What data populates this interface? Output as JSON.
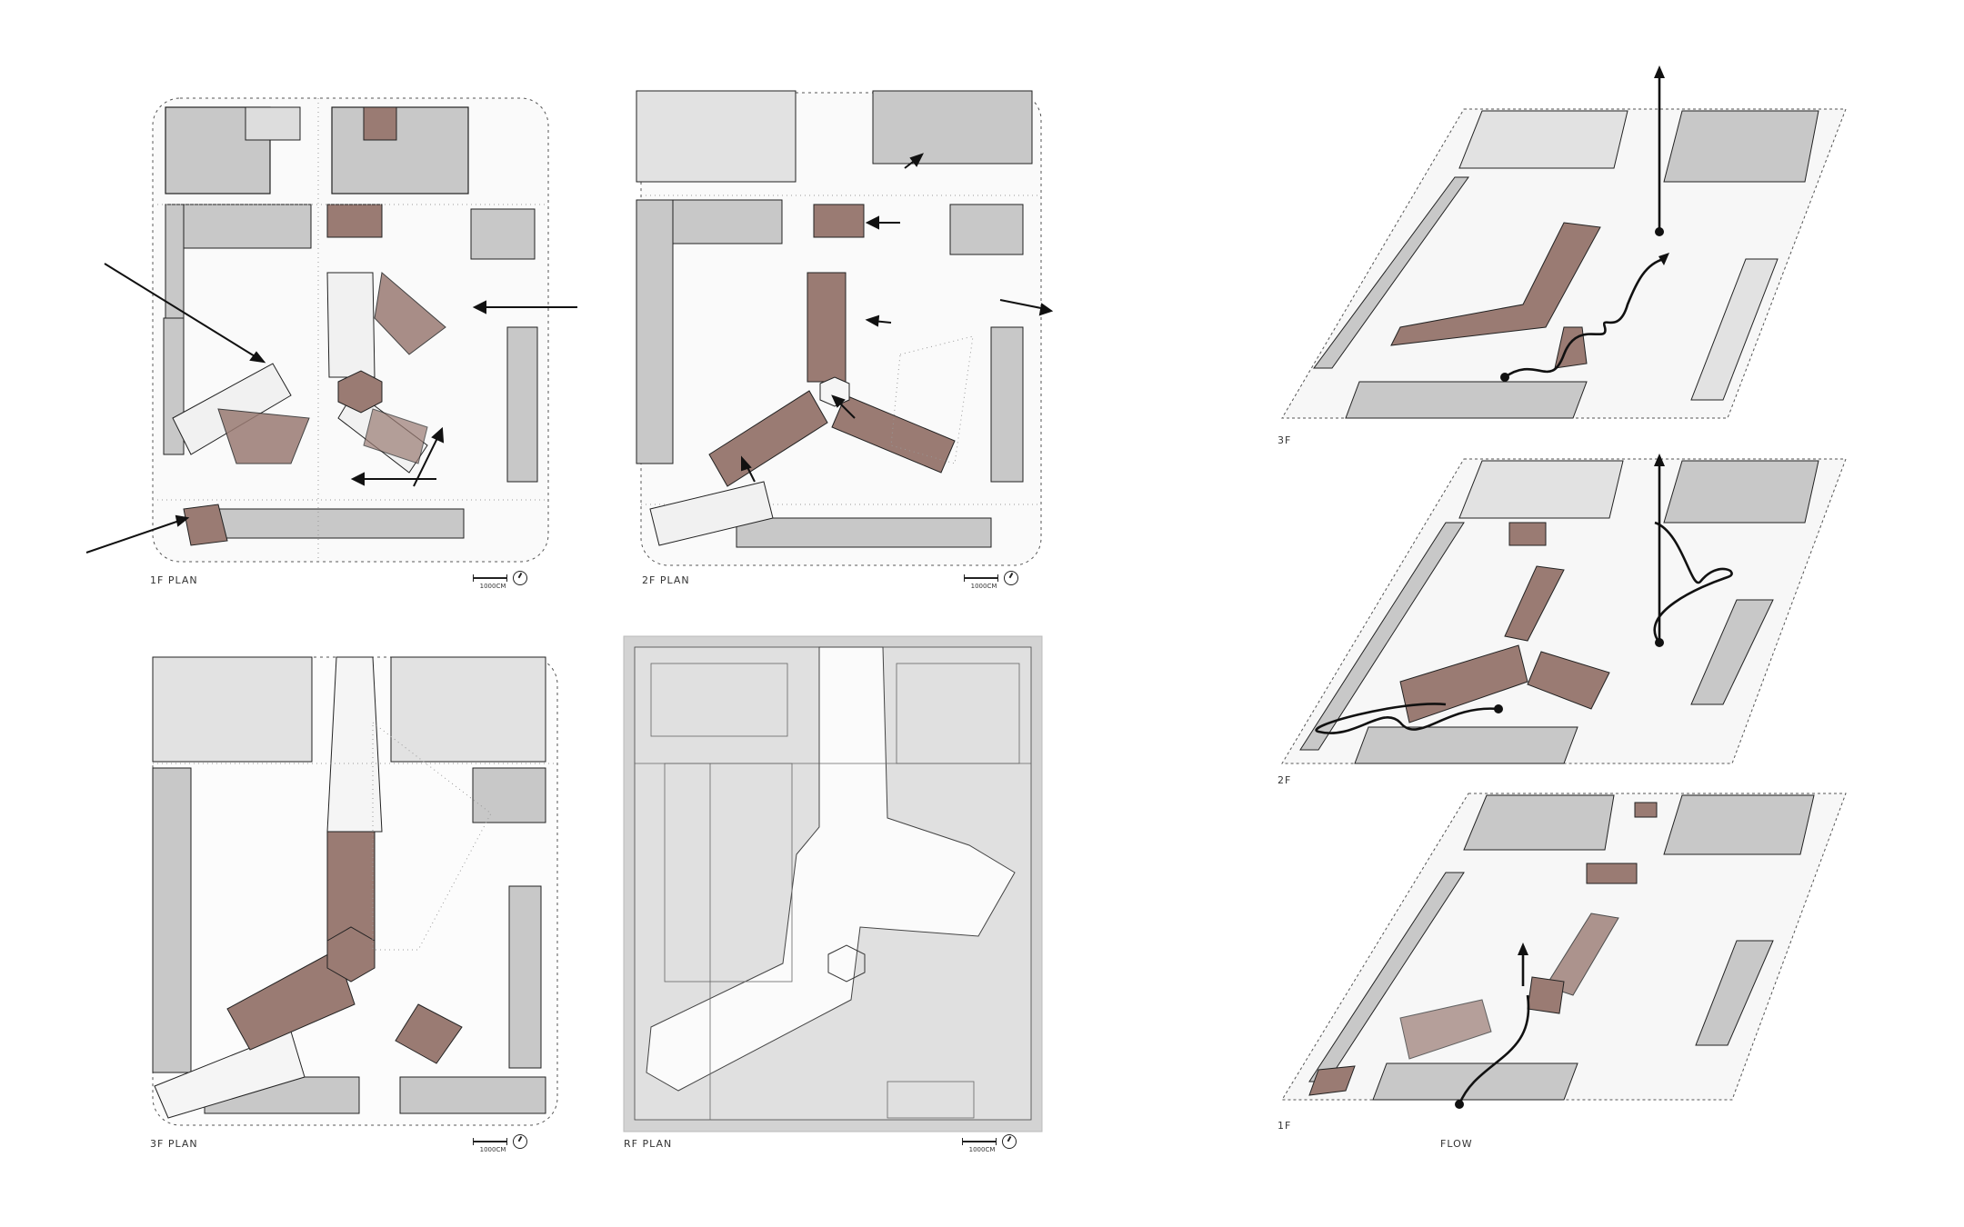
{
  "plans": [
    {
      "key": "1f",
      "label": "1F PLAN",
      "scale": "1000CM"
    },
    {
      "key": "2f",
      "label": "2F PLAN",
      "scale": "1000CM"
    },
    {
      "key": "3f",
      "label": "3F PLAN",
      "scale": "1000CM"
    },
    {
      "key": "rf",
      "label": "RF PLAN",
      "scale": "1000CM"
    }
  ],
  "axon": {
    "levels": [
      {
        "key": "3f",
        "label": "3F"
      },
      {
        "key": "2f",
        "label": "2F"
      },
      {
        "key": "1f",
        "label": "1F"
      }
    ],
    "title": "FLOW"
  },
  "colors": {
    "accent": "#9a7b73",
    "building_gray": "#c8c8c8",
    "light_gray": "#e2e2e2",
    "roof_gray": "#d3d3d3",
    "line": "#1e1e1e",
    "background": "#ffffff"
  },
  "icons": [
    "north-arrow-icon",
    "scale-bar-icon",
    "flow-arrow-icon"
  ]
}
